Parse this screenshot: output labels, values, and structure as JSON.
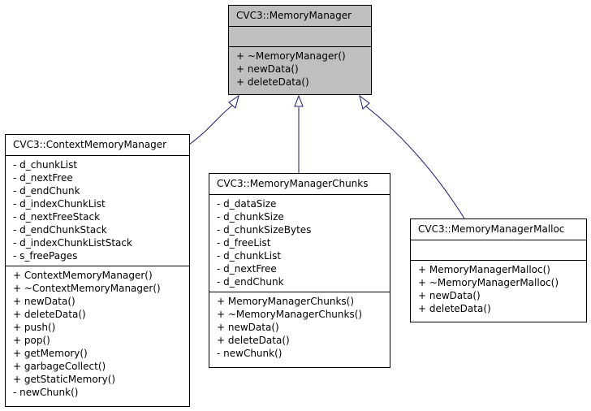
{
  "classes": {
    "memory_manager": {
      "name": "CVC3::MemoryManager",
      "attributes": [],
      "methods": [
        "+ ~MemoryManager()",
        "+ newData()",
        "+ deleteData()"
      ]
    },
    "context_memory_manager": {
      "name": "CVC3::ContextMemoryManager",
      "attributes": [
        "- d_chunkList",
        "- d_nextFree",
        "- d_endChunk",
        "- d_indexChunkList",
        "- d_nextFreeStack",
        "- d_endChunkStack",
        "- d_indexChunkListStack",
        "- s_freePages"
      ],
      "methods": [
        "+ ContextMemoryManager()",
        "+ ~ContextMemoryManager()",
        "+ newData()",
        "+ deleteData()",
        "+ push()",
        "+ pop()",
        "+ getMemory()",
        "+ garbageCollect()",
        "+ getStaticMemory()",
        "- newChunk()"
      ]
    },
    "memory_manager_chunks": {
      "name": "CVC3::MemoryManagerChunks",
      "attributes": [
        "- d_dataSize",
        "- d_chunkSize",
        "- d_chunkSizeBytes",
        "- d_freeList",
        "- d_chunkList",
        "- d_nextFree",
        "- d_endChunk"
      ],
      "methods": [
        "+ MemoryManagerChunks()",
        "+ ~MemoryManagerChunks()",
        "+ newData()",
        "+ deleteData()",
        "- newChunk()"
      ]
    },
    "memory_manager_malloc": {
      "name": "CVC3::MemoryManagerMalloc",
      "attributes": [],
      "methods": [
        "+ MemoryManagerMalloc()",
        "+ ~MemoryManagerMalloc()",
        "+ newData()",
        "+ deleteData()"
      ]
    }
  },
  "colors": {
    "base_fill": "#bfbfbf",
    "edge": "#191970"
  }
}
